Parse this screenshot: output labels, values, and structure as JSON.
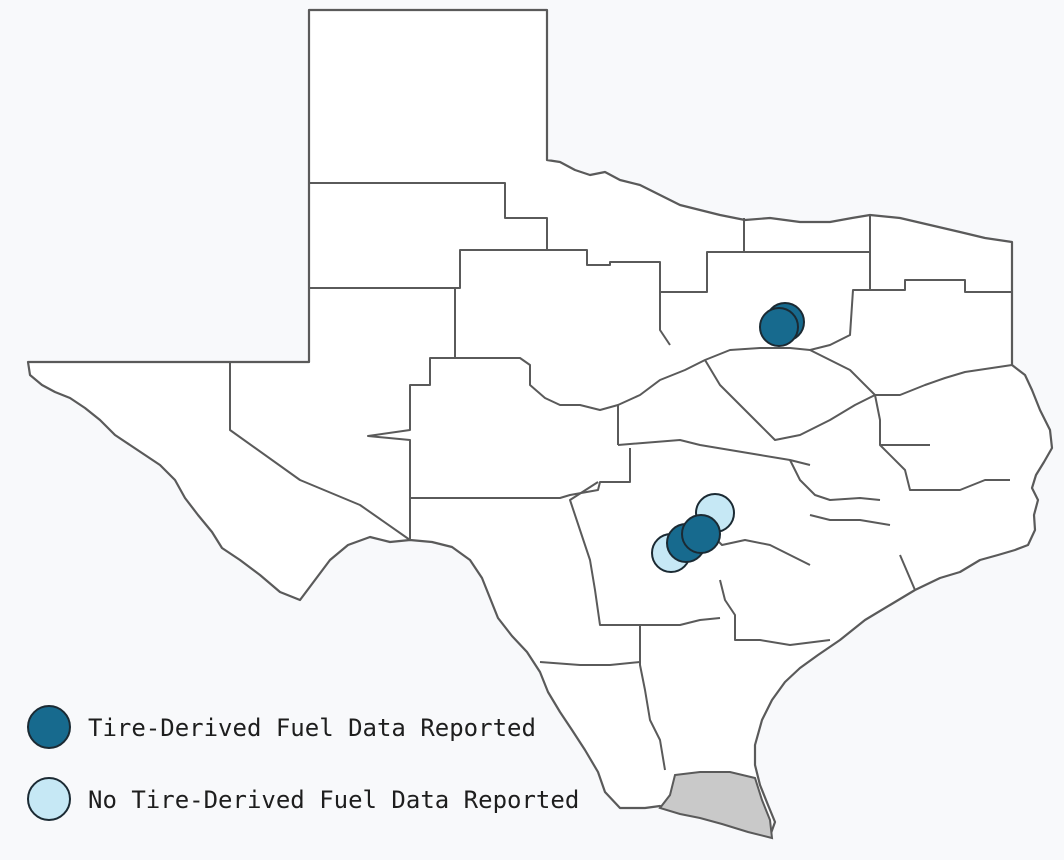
{
  "legend": {
    "reported_label": "Tire-Derived Fuel Data Reported",
    "not_reported_label": "No Tire-Derived Fuel Data Reported"
  },
  "colors": {
    "background": "#f8f9fb",
    "state_fill": "#ffffff",
    "region_border": "#5a5a5a",
    "highlighted_region": "#c9c9c9",
    "reported": "#176a8e",
    "not_reported": "#c6e8f5",
    "marker_stroke": "#1b2a33"
  },
  "markers": [
    {
      "category": "reported",
      "region": "north-central"
    },
    {
      "category": "reported",
      "region": "north-central"
    },
    {
      "category": "not_reported",
      "region": "central"
    },
    {
      "category": "not_reported",
      "region": "central"
    },
    {
      "category": "reported",
      "region": "central"
    },
    {
      "category": "reported",
      "region": "central"
    }
  ]
}
